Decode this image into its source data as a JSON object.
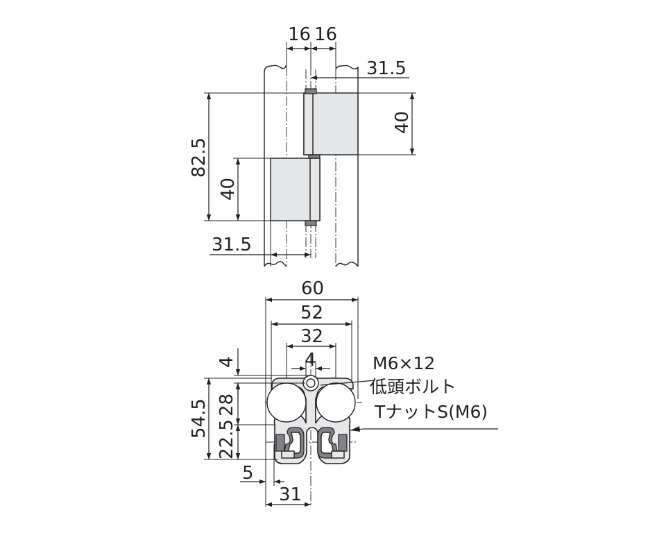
{
  "top_view": {
    "dim_16_left": "16",
    "dim_16_right": "16",
    "dim_31_5_top": "31.5",
    "dim_40_right": "40",
    "dim_82_5": "82.5",
    "dim_40_left": "40",
    "dim_31_5_bottom": "31.5"
  },
  "section_view": {
    "dim_60": "60",
    "dim_52": "52",
    "dim_32": "32",
    "dim_4_horizontal": "4",
    "dim_4_vertical": "4",
    "dim_54_5": "54.5",
    "dim_28": "28",
    "dim_22_5": "22.5",
    "dim_5": "5",
    "dim_31": "31"
  },
  "callouts": {
    "bolt_line1": "M6×12",
    "bolt_line2": "低頭ボルト",
    "nut": "TナットS(M6)"
  },
  "colors": {
    "line": "#231f20",
    "part_fill": "#e6e7e8",
    "dark_fill": "#808285"
  }
}
